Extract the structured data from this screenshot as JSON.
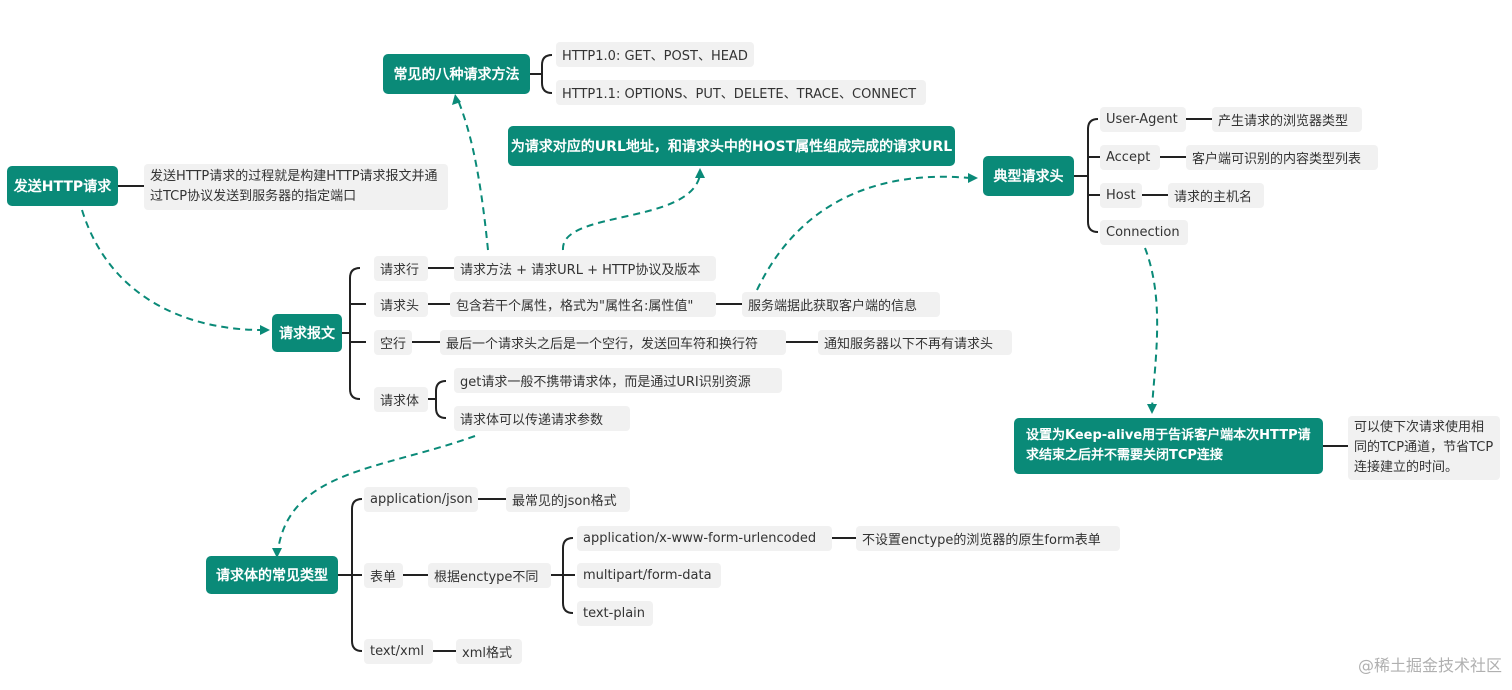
{
  "colors": {
    "accent": "#0a8a78",
    "node_bg": "#f1f1f1",
    "line": "#222222"
  },
  "nodes": {
    "send_request": "发送HTTP请求",
    "send_request_desc": "发送HTTP请求的过程就是构建HTTP请求报文并通过TCP协议发送到服务器的指定端口",
    "request_message": "请求报文",
    "request_line": "请求行",
    "request_line_desc": "请求方法 + 请求URL + HTTP协议及版本",
    "eight_methods": "常见的八种请求方法",
    "http10_methods": "HTTP1.0: GET、POST、HEAD",
    "http11_methods": "HTTP1.1: OPTIONS、PUT、DELETE、TRACE、CONNECT",
    "url_note": "为请求对应的URL地址，和请求头中的HOST属性组成完成的请求URL",
    "request_header": "请求头",
    "request_header_desc": "包含若干个属性，格式为\"属性名:属性值\"",
    "server_info": "服务端据此获取客户端的信息",
    "blank_line": "空行",
    "blank_line_desc": "最后一个请求头之后是一个空行，发送回车符和换行符",
    "no_more_headers": "通知服务器以下不再有请求头",
    "request_body": "请求体",
    "body_get": "get请求一般不携带请求体，而是通过URI识别资源",
    "body_params": "请求体可以传递请求参数",
    "typical_headers": "典型请求头",
    "user_agent": "User-Agent",
    "user_agent_desc": "产生请求的浏览器类型",
    "accept": "Accept",
    "accept_desc": "客户端可识别的内容类型列表",
    "host": "Host",
    "host_desc": "请求的主机名",
    "connection": "Connection",
    "keep_alive": "设置为Keep-alive用于告诉客户端本次HTTP请求结束之后并不需要关闭TCP连接",
    "keep_alive_benefit": "可以使下次请求使用相同的TCP通道，节省TCP连接建立的时间。",
    "body_types": "请求体的常见类型",
    "app_json": "application/json",
    "app_json_desc": "最常见的json格式",
    "form": "表单",
    "form_desc": "根据enctype不同",
    "urlencoded": "application/x-www-form-urlencoded",
    "urlencoded_desc": "不设置enctype的浏览器的原生form表单",
    "multipart": "multipart/form-data",
    "text_plain": "text-plain",
    "text_xml": "text/xml",
    "text_xml_desc": "xml格式"
  },
  "watermark": "@稀土掘金技术社区"
}
